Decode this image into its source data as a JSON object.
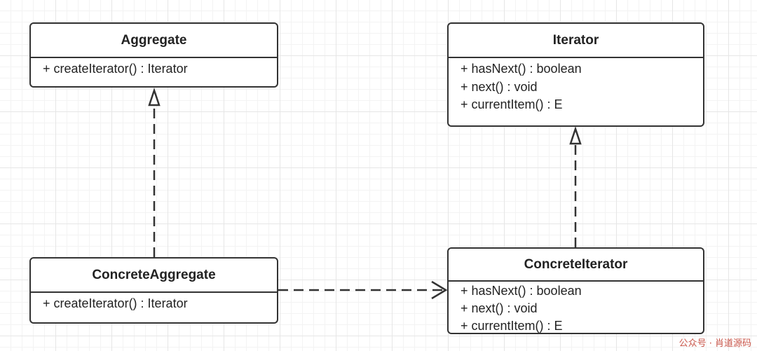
{
  "classes": [
    {
      "name": "Aggregate",
      "methods": [
        "+ createIterator() : Iterator"
      ]
    },
    {
      "name": "Iterator",
      "methods": [
        "+ hasNext() : boolean",
        "+ next() : void",
        "+ currentItem() : E"
      ]
    },
    {
      "name": "ConcreteAggregate",
      "methods": [
        "+ createIterator() : Iterator"
      ]
    },
    {
      "name": "ConcreteIterator",
      "methods": [
        "+ hasNext() : boolean",
        "+ next() : void",
        "+ currentItem() : E"
      ]
    }
  ],
  "relations": [
    {
      "from": "ConcreteAggregate",
      "to": "Aggregate",
      "kind": "realization"
    },
    {
      "from": "ConcreteIterator",
      "to": "Iterator",
      "kind": "realization"
    },
    {
      "from": "ConcreteAggregate",
      "to": "ConcreteIterator",
      "kind": "dependency"
    }
  ],
  "watermark": "公众号 · 肖道源码"
}
